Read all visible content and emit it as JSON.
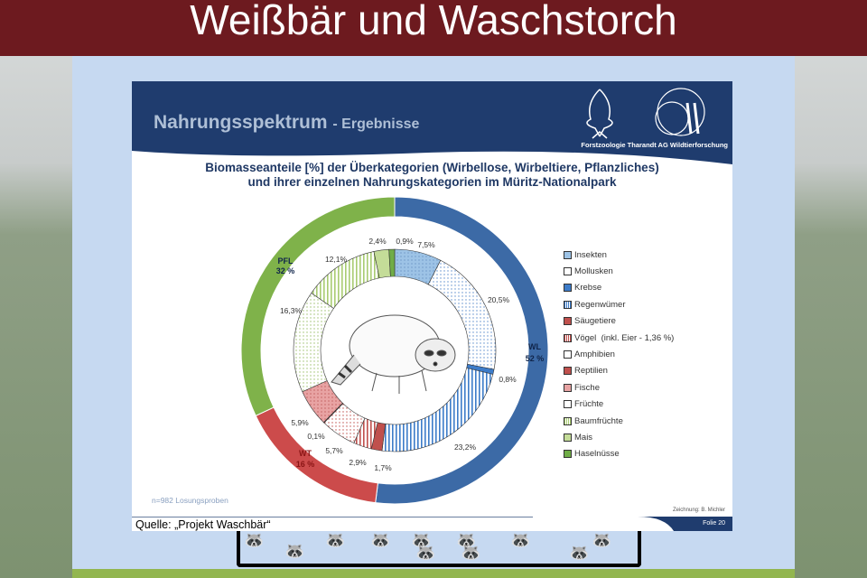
{
  "title": "Weißbär und Waschstorch",
  "slide": {
    "header_title": "Nahrungsspektrum",
    "header_suffix": "- Ergebnisse",
    "logo_text": "Forstzoologie Tharandt AG Wildtierforschung",
    "subtitle_line1": "Biomasseanteile [%] der Überkategorien (Wirbellose, Wirbeltiere, Pflanzliches)",
    "subtitle_line2": "und ihrer einzelnen Nahrungskategorien im Müritz-Nationalpark",
    "sample_note": "n=982 Losungsproben",
    "credit": "Zeichnung: B. Michler",
    "slide_number": "Folie 20",
    "source": "Quelle: „Projekt Waschbär“"
  },
  "chart_data": {
    "type": "pie",
    "title": "Biomasseanteile [%] der Überkategorien (Wirbellose, Wirbeltiere, Pflanzliches) und ihrer einzelnen Nahrungskategorien im Müritz-Nationalpark",
    "outer_ring": [
      {
        "label": "WL",
        "value": 52,
        "text": "52 %",
        "color": "#3c6aa6"
      },
      {
        "label": "WT",
        "value": 16,
        "text": "16 %",
        "color": "#cc4b4b"
      },
      {
        "label": "PFL",
        "value": 32,
        "text": "32 %",
        "color": "#7fb24a"
      }
    ],
    "inner_ring": [
      {
        "name": "Insekten",
        "value": 7.5,
        "text": "7,5%",
        "color": "#9dc3e6",
        "pattern": "dots"
      },
      {
        "name": "Mollusken",
        "value": 20.5,
        "text": "20,5%",
        "color": "#ffffff",
        "pattern": "bluedots"
      },
      {
        "name": "Krebse",
        "value": 0.8,
        "text": "0,8%",
        "color": "#3d7cc9",
        "pattern": "solid"
      },
      {
        "name": "Regenwümer",
        "value": 23.2,
        "text": "23,2%",
        "color": "#ffffff",
        "pattern": "bluestripes"
      },
      {
        "name": "Säugetiere",
        "value": 1.7,
        "text": "1,7%",
        "color": "#c0504d",
        "pattern": "solid"
      },
      {
        "name": "Vögel  (inkl. Eier - 1,36 %)",
        "value": 2.9,
        "text": "2,9%",
        "color": "#ffffff",
        "pattern": "redstripes"
      },
      {
        "name": "Amphibien",
        "value": 5.7,
        "text": "5,7%",
        "color": "#ffffff",
        "pattern": "reddots"
      },
      {
        "name": "Reptilien",
        "value": 0.1,
        "text": "0,1%",
        "color": "#c0504d",
        "pattern": "solid"
      },
      {
        "name": "Fische",
        "value": 5.9,
        "text": "5,9%",
        "color": "#e8a3a3",
        "pattern": "dots"
      },
      {
        "name": "Früchte",
        "value": 16.3,
        "text": "16,3%",
        "color": "#ffffff",
        "pattern": "greendots"
      },
      {
        "name": "Baumfrüchte",
        "value": 12.1,
        "text": "12,1%",
        "color": "#ffffff",
        "pattern": "greenstripes"
      },
      {
        "name": "Mais",
        "value": 2.4,
        "text": "2,4%",
        "color": "#c4dc98",
        "pattern": "solid"
      },
      {
        "name": "Haselnüsse",
        "value": 0.9,
        "text": "0,9%",
        "color": "#70ad47",
        "pattern": "solid"
      }
    ],
    "legend_position": "right"
  }
}
